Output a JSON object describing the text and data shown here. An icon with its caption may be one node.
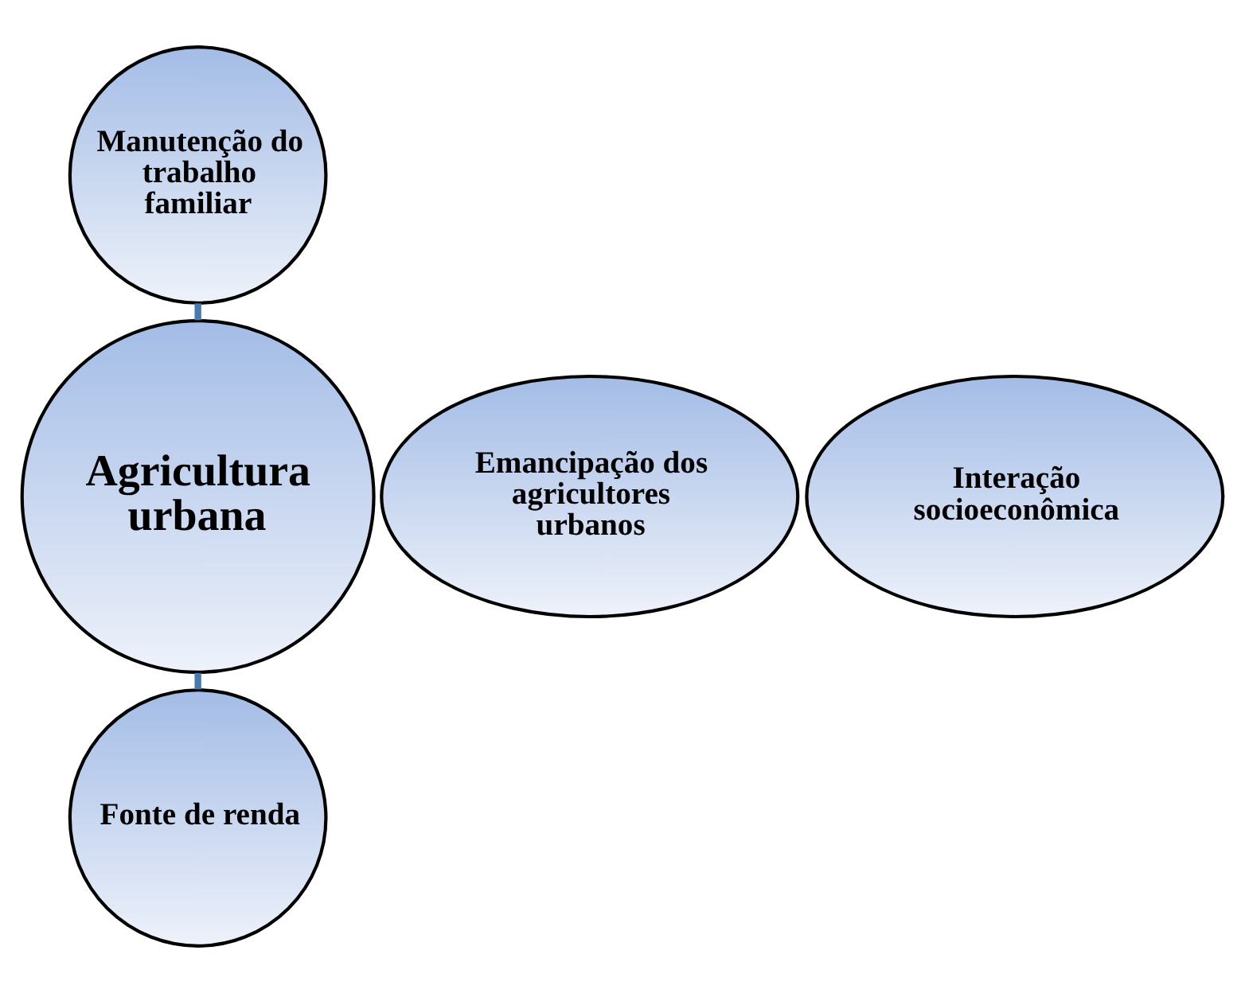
{
  "diagram": {
    "nodes": [
      {
        "text": [
          "Manutenção do trabalho familiar"
        ]
      },
      {
        "text": [
          "Emancipação dos agricultores urbanos"
        ]
      },
      {
        "text": [
          "Agricultura urbana"
        ]
      },
      {
        "text": [
          "Interação socioeconômica"
        ]
      },
      {
        "text": [
          "Fonte de renda"
        ]
      }
    ],
    "edges": [
      {
        "from": 2,
        "to": 0,
        "arrow": "none"
      },
      {
        "from": 2,
        "to": 4,
        "arrow": "none"
      }
    ]
  }
}
